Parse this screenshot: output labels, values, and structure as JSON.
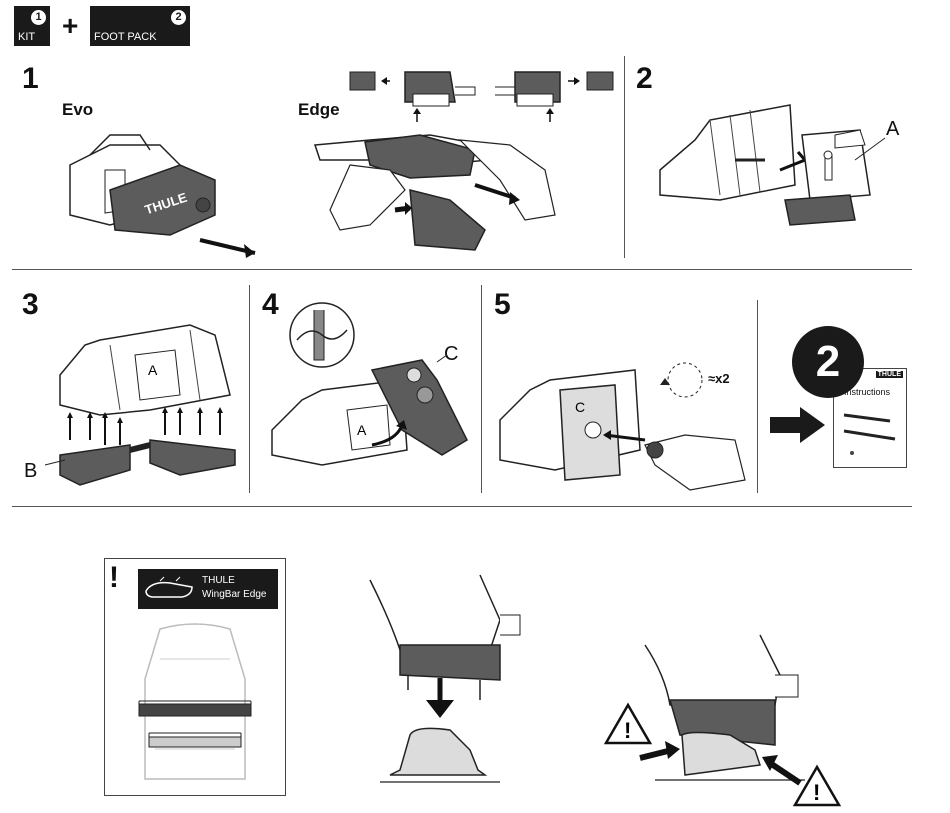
{
  "header": {
    "kit_badge": {
      "number": "1",
      "label": "KIT"
    },
    "plus": "+",
    "foot_pack_badge": {
      "number": "2",
      "label": "FOOT PACK"
    }
  },
  "steps": {
    "step1": {
      "number": "1",
      "evo_label": "Evo",
      "edge_label": "Edge",
      "logo_text": "THULE"
    },
    "step2": {
      "number": "2",
      "callout": "A"
    },
    "step3": {
      "number": "3",
      "callout": "B"
    },
    "step4": {
      "number": "4",
      "callout": "C"
    },
    "step5": {
      "number": "5",
      "repeat_label": "x2"
    },
    "next": {
      "number": "2",
      "booklet_title": "Instructions",
      "booklet_brand": "THULE"
    }
  },
  "warning_panel": {
    "exclamation": "!",
    "product_line1": "THULE",
    "product_line2": "WingBar Edge"
  },
  "colors": {
    "dark": "#1a1a1a",
    "foot_grey": "#5c5c5c",
    "light_grey": "#dcdcdc"
  }
}
